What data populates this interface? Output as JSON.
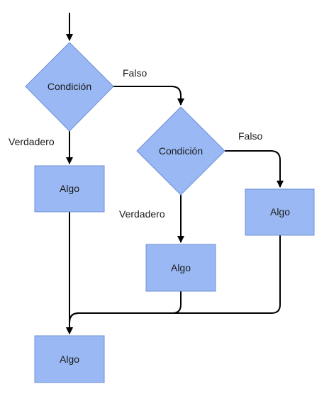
{
  "colors": {
    "node_fill": "#9ab9f4",
    "node_stroke": "#6d8fd6",
    "edge": "#000000",
    "background": "#ffffff"
  },
  "nodes": {
    "condition_1": "Condición",
    "condition_2": "Condición",
    "action_1": "Algo",
    "action_2": "Algo",
    "action_3": "Algo",
    "action_final": "Algo"
  },
  "edge_labels": {
    "cond1_false": "Falso",
    "cond1_true": "Verdadero",
    "cond2_false": "Falso",
    "cond2_true": "Verdadero"
  }
}
